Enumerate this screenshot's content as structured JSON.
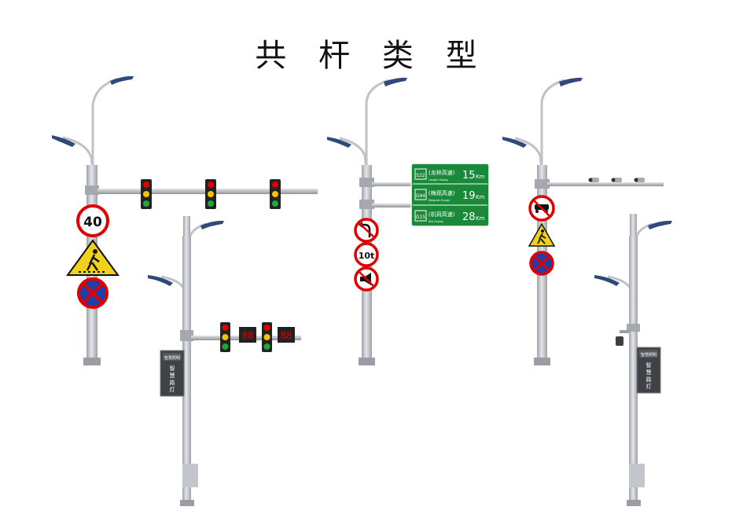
{
  "title": "共 杆 类 型",
  "speed_limit": "40",
  "weight_limit": "10t",
  "countdown": "88",
  "guide_sign": {
    "rows": [
      {
        "route": "S22",
        "name": "(龙林高速)",
        "sub": "Longlin Expwy",
        "dist": "15",
        "unit": "Km"
      },
      {
        "route": "G94",
        "name": "(梅观高速)",
        "sub": "Meiguan Expwy",
        "dist": "19",
        "unit": "Km"
      },
      {
        "route": "G15",
        "name": "(机荷高速)",
        "sub": "Jihe Expwy",
        "dist": "28",
        "unit": "Km"
      }
    ]
  },
  "cabinet": {
    "brand": "智慧照明",
    "text_left": [
      "智",
      "慧",
      "路",
      "灯"
    ],
    "text_right": [
      "智",
      "慧",
      "路",
      "灯"
    ]
  },
  "colors": {
    "pole": "#b9bcc0",
    "lamp_blue": "#2f4a7a",
    "sign_green": "#1a8a3a",
    "red": "#e00000",
    "blue_circle": "#1f3fa8",
    "yellow": "#f2d11a"
  }
}
